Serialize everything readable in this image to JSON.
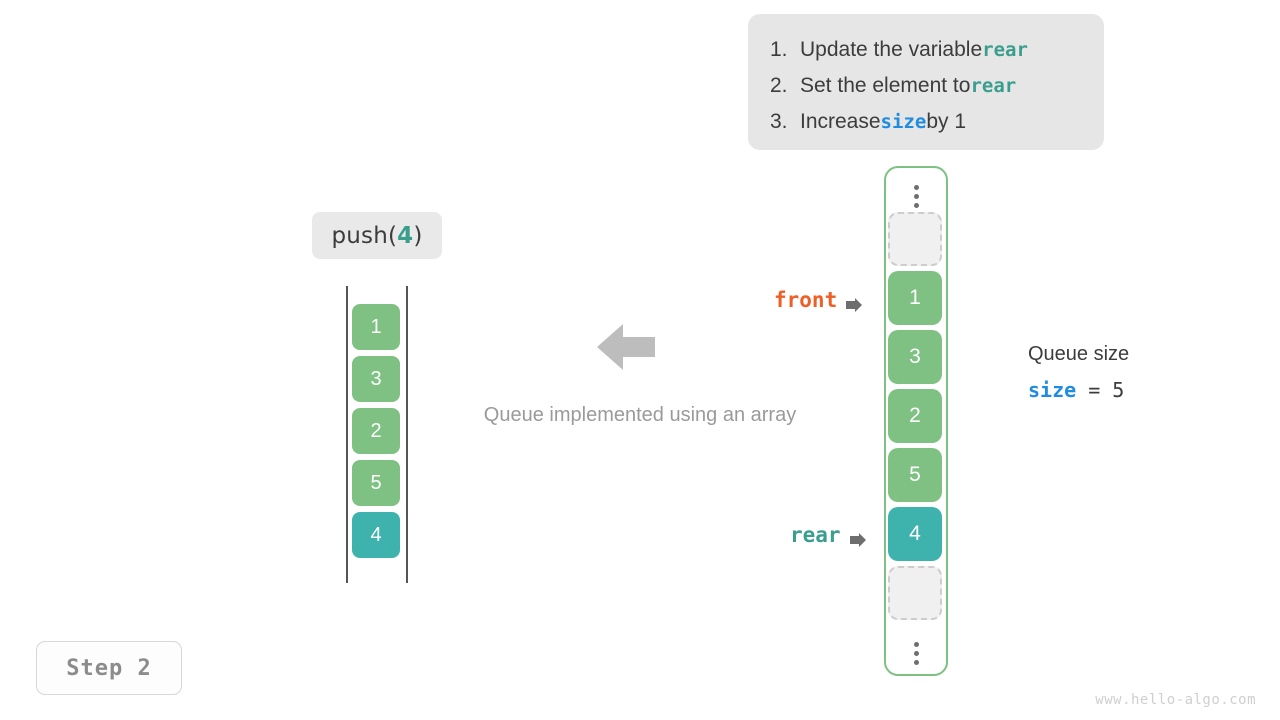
{
  "instructions": {
    "items": [
      {
        "num": "1.",
        "before": "Update the variable ",
        "code": "rear",
        "code_color": "teal",
        "after": ""
      },
      {
        "num": "2.",
        "before": "Set the element to ",
        "code": "rear",
        "code_color": "teal",
        "after": ""
      },
      {
        "num": "3.",
        "before": "Increase ",
        "code": "size",
        "code_color": "blue",
        "after": " by 1"
      }
    ]
  },
  "operation": {
    "name": "push(",
    "argument": "4",
    "close": ")"
  },
  "left_array": {
    "cells": [
      {
        "value": "1",
        "color": "green"
      },
      {
        "value": "3",
        "color": "green"
      },
      {
        "value": "2",
        "color": "green"
      },
      {
        "value": "5",
        "color": "green"
      },
      {
        "value": "4",
        "color": "teal"
      }
    ]
  },
  "caption": "Queue implemented using an array",
  "flow_arrow_icon": "arrow-left-icon",
  "right_array": {
    "top_ellipsis": "vertical-ellipsis-icon",
    "bottom_ellipsis": "vertical-ellipsis-icon",
    "slots": [
      {
        "value": "",
        "type": "empty"
      },
      {
        "value": "1",
        "type": "green"
      },
      {
        "value": "3",
        "type": "green"
      },
      {
        "value": "2",
        "type": "green"
      },
      {
        "value": "5",
        "type": "green"
      },
      {
        "value": "4",
        "type": "teal"
      },
      {
        "value": "",
        "type": "empty"
      }
    ],
    "border_color": "#7ec182"
  },
  "pointers": {
    "front": {
      "label": "front",
      "color": "#ef5e24",
      "icon": "arrow-right-icon"
    },
    "rear": {
      "label": "rear",
      "color": "#3a9e8e",
      "icon": "arrow-right-icon"
    }
  },
  "size_panel": {
    "title": "Queue size",
    "variable": "size",
    "operator": " = ",
    "value": "5"
  },
  "step_badge": "Step 2",
  "watermark": "www.hello-algo.com",
  "colors": {
    "green": "#7ec182",
    "teal": "#3eb3ae",
    "orange": "#ef5e24",
    "blue": "#1f8ce0",
    "teal_text": "#3a9e8e",
    "gray_text": "#9a9a9a",
    "dark_text": "#3c3c3c"
  }
}
